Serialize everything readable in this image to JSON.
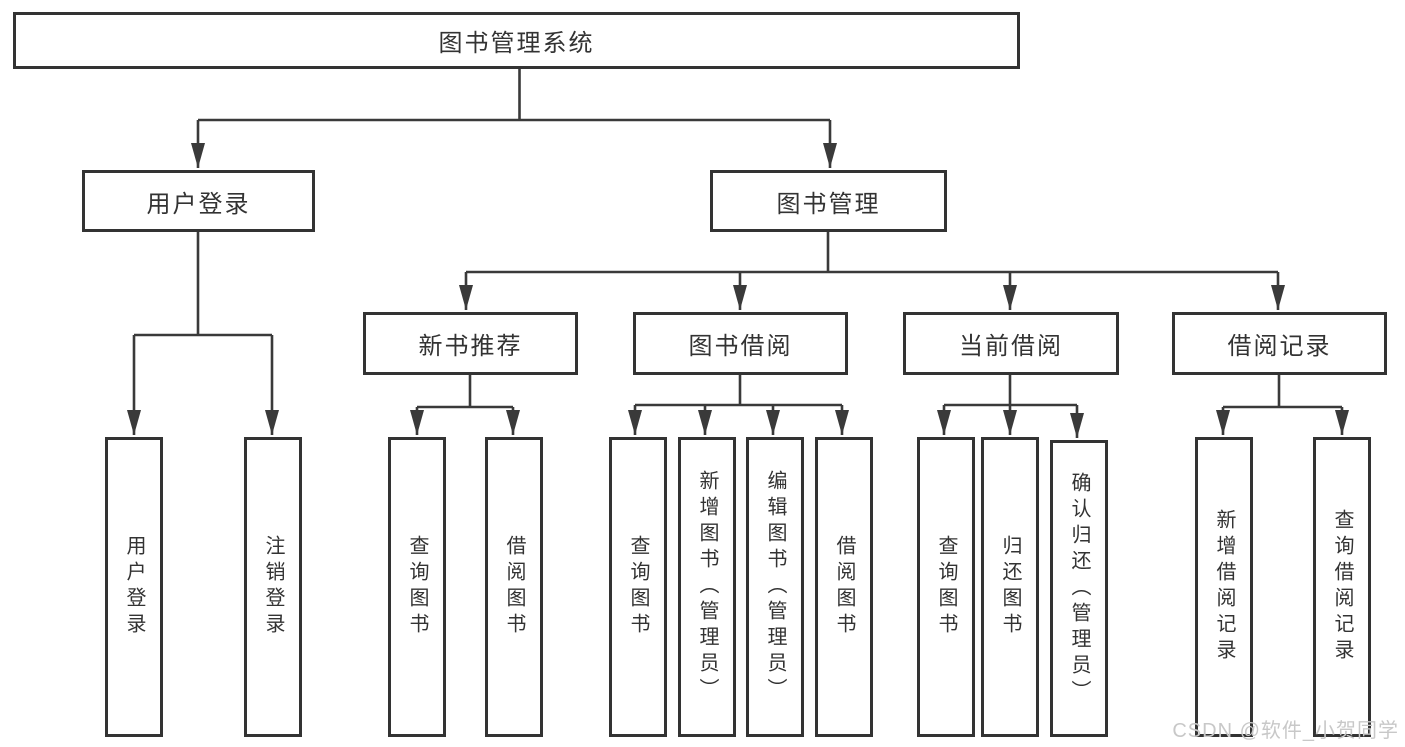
{
  "diagram": {
    "type": "hierarchy-tree",
    "root": {
      "label": "图书管理系统"
    },
    "branches": [
      {
        "label": "用户登录"
      },
      {
        "label": "图书管理"
      }
    ],
    "modules": [
      {
        "label": "新书推荐",
        "parent": "图书管理"
      },
      {
        "label": "图书借阅",
        "parent": "图书管理"
      },
      {
        "label": "当前借阅",
        "parent": "图书管理"
      },
      {
        "label": "借阅记录",
        "parent": "图书管理"
      }
    ],
    "leaves": [
      {
        "label": "用户登录",
        "parent": "用户登录"
      },
      {
        "label": "注销登录",
        "parent": "用户登录"
      },
      {
        "label": "查询图书",
        "parent": "新书推荐"
      },
      {
        "label": "借阅图书",
        "parent": "新书推荐"
      },
      {
        "label": "查询图书",
        "parent": "图书借阅"
      },
      {
        "label": "新增图书（管理员）",
        "parent": "图书借阅"
      },
      {
        "label": "编辑图书（管理员）",
        "parent": "图书借阅"
      },
      {
        "label": "借阅图书",
        "parent": "图书借阅"
      },
      {
        "label": "查询图书",
        "parent": "当前借阅"
      },
      {
        "label": "归还图书",
        "parent": "当前借阅"
      },
      {
        "label": "确认归还（管理员）",
        "parent": "当前借阅"
      },
      {
        "label": "新增借阅记录",
        "parent": "借阅记录"
      },
      {
        "label": "查询借阅记录",
        "parent": "借阅记录"
      }
    ]
  },
  "colors": {
    "line": "#3a3a3a",
    "box_border": "#333333",
    "text": "#333333",
    "background": "#ffffff",
    "watermark": "#c8c8c8"
  },
  "watermark": {
    "text": "CSDN @软件_小贺同学"
  }
}
